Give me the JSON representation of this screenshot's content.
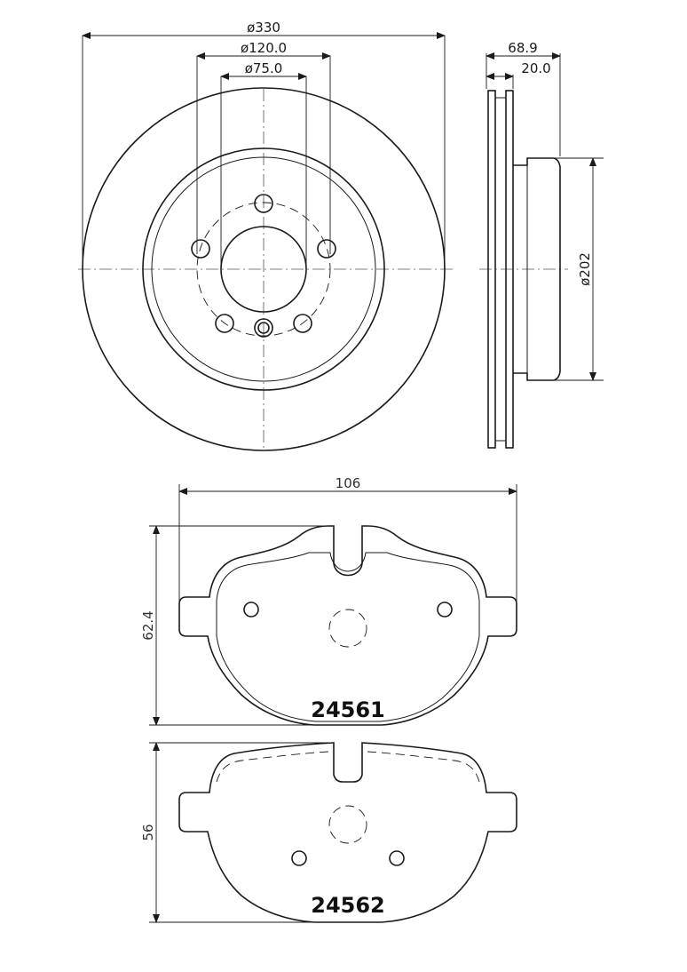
{
  "disc": {
    "outer_diameter": "ø330",
    "pcd_diameter": "ø120.0",
    "center_bore": "ø75.0",
    "total_height": "68.9",
    "thickness": "20.0",
    "hat_diameter": "ø202"
  },
  "pads": {
    "width": "106",
    "pad1": {
      "height": "62.4",
      "part_number": "24561"
    },
    "pad2": {
      "height": "56",
      "part_number": "24562"
    }
  }
}
